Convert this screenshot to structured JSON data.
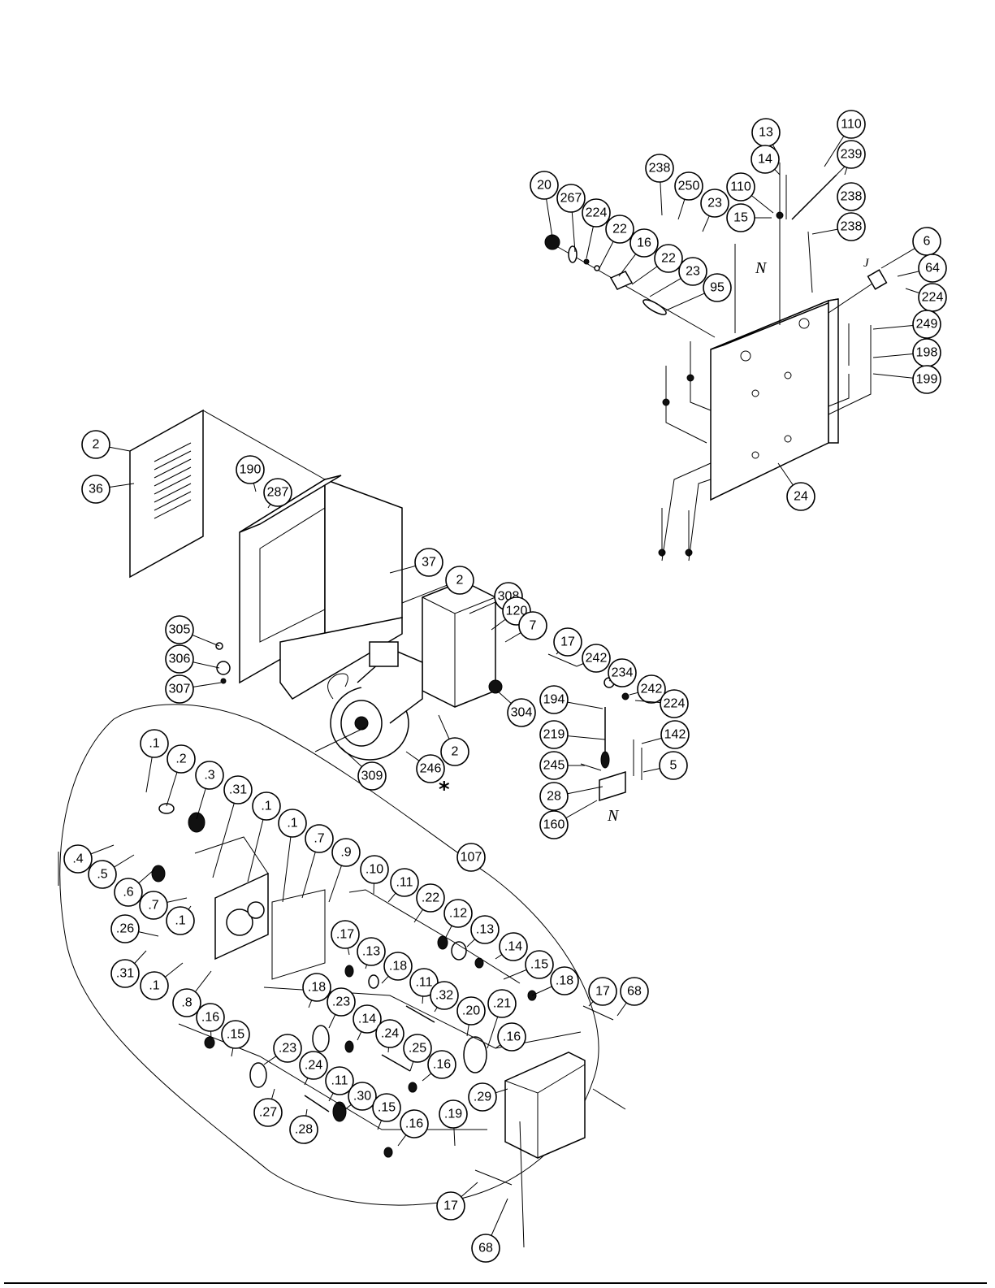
{
  "callouts": [
    {
      "label": "13"
    },
    {
      "label": "110"
    },
    {
      "label": "14"
    },
    {
      "label": "239"
    },
    {
      "label": "238"
    },
    {
      "label": "250"
    },
    {
      "label": "110"
    },
    {
      "label": "238"
    },
    {
      "label": "20"
    },
    {
      "label": "23"
    },
    {
      "label": "15"
    },
    {
      "label": "238"
    },
    {
      "label": "267"
    },
    {
      "label": "224"
    },
    {
      "label": "22"
    },
    {
      "label": "16"
    },
    {
      "label": "22"
    },
    {
      "label": "23"
    },
    {
      "label": "95"
    },
    {
      "label": "6"
    },
    {
      "label": "64"
    },
    {
      "label": "224"
    },
    {
      "label": "249"
    },
    {
      "label": "198"
    },
    {
      "label": "199"
    },
    {
      "label": "24"
    },
    {
      "label": "2"
    },
    {
      "label": "36"
    },
    {
      "label": "190"
    },
    {
      "label": "287"
    },
    {
      "label": "37"
    },
    {
      "label": "2"
    },
    {
      "label": "308"
    },
    {
      "label": "120"
    },
    {
      "label": "7"
    },
    {
      "label": "305"
    },
    {
      "label": "306"
    },
    {
      "label": "307"
    },
    {
      "label": "17"
    },
    {
      "label": "242"
    },
    {
      "label": "234"
    },
    {
      "label": "242"
    },
    {
      "label": "224"
    },
    {
      "label": "194"
    },
    {
      "label": "304"
    },
    {
      "label": "2"
    },
    {
      "label": "219"
    },
    {
      "label": "142"
    },
    {
      "label": "309"
    },
    {
      "label": "246"
    },
    {
      "label": "245"
    },
    {
      "label": "5"
    },
    {
      "label": "28"
    },
    {
      "label": "160"
    },
    {
      "label": ".1"
    },
    {
      "label": ".2"
    },
    {
      "label": ".3"
    },
    {
      "label": ".31"
    },
    {
      "label": ".1"
    },
    {
      "label": ".1"
    },
    {
      "label": ".7"
    },
    {
      "label": ".9"
    },
    {
      "label": "107"
    },
    {
      "label": ".4"
    },
    {
      "label": ".5"
    },
    {
      "label": ".6"
    },
    {
      "label": ".7"
    },
    {
      "label": ".1"
    },
    {
      "label": ".10"
    },
    {
      "label": ".11"
    },
    {
      "label": ".22"
    },
    {
      "label": ".12"
    },
    {
      "label": ".13"
    },
    {
      "label": ".14"
    },
    {
      "label": ".26"
    },
    {
      "label": ".17"
    },
    {
      "label": ".13"
    },
    {
      "label": ".18"
    },
    {
      "label": ".15"
    },
    {
      "label": ".18"
    },
    {
      "label": ".31"
    },
    {
      "label": ".1"
    },
    {
      "label": ".8"
    },
    {
      "label": ".18"
    },
    {
      "label": ".11"
    },
    {
      "label": ".32"
    },
    {
      "label": "17"
    },
    {
      "label": "68"
    },
    {
      "label": ".23"
    },
    {
      "label": ".20"
    },
    {
      "label": ".21"
    },
    {
      "label": ".16"
    },
    {
      "label": ".14"
    },
    {
      "label": ".24"
    },
    {
      "label": ".16"
    },
    {
      "label": ".15"
    },
    {
      "label": ".25"
    },
    {
      "label": ".16"
    },
    {
      "label": ".23"
    },
    {
      "label": ".24"
    },
    {
      "label": ".11"
    },
    {
      "label": ".30"
    },
    {
      "label": ".27"
    },
    {
      "label": ".29"
    },
    {
      "label": ".28"
    },
    {
      "label": ".15"
    },
    {
      "label": ".16"
    },
    {
      "label": ".19"
    },
    {
      "label": "17"
    },
    {
      "label": "68"
    }
  ],
  "notes": {
    "view_marker_top": "N",
    "view_marker_bottom": "N",
    "axis_mark": "J",
    "reference_star": "*"
  }
}
